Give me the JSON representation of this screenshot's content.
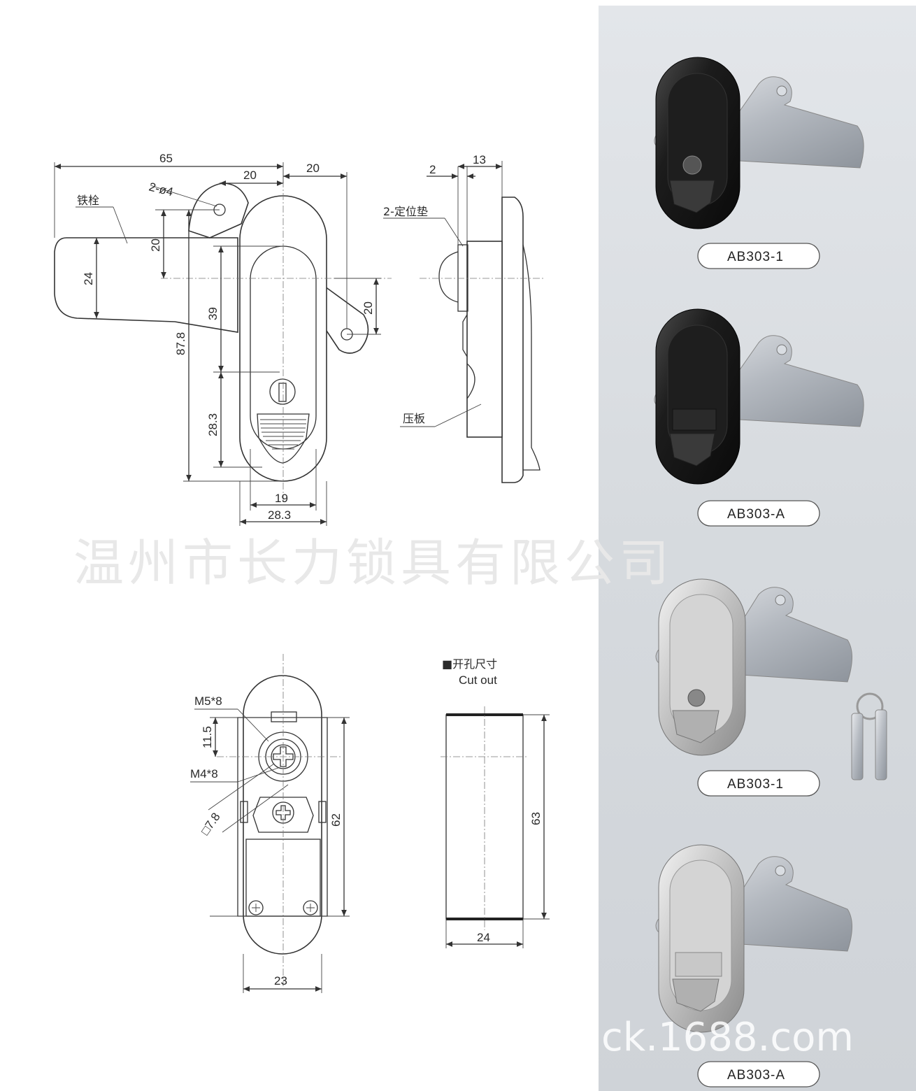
{
  "colors": {
    "panel": "#d9dde2",
    "watermark": "#e8e8e8"
  },
  "front_view": {
    "dims": {
      "width_total": "65",
      "pin_offset": "20",
      "cam_offset": "20",
      "hole_spec": "2-ø4",
      "pin_height": "20",
      "bolt_width": "24",
      "cam_height": "20",
      "handle_h1": "39",
      "overall_h": "87.8",
      "lower_h": "28.3",
      "width_inner": "19",
      "width_outer": "28.3"
    },
    "labels": {
      "bolt": "铁栓"
    }
  },
  "side_view": {
    "dims": {
      "gap": "2",
      "depth": "13"
    },
    "labels": {
      "spacer": "2-定位垫",
      "plate": "压板"
    }
  },
  "rear_view": {
    "dims": {
      "screw1": "M5*8",
      "screw2": "M4*8",
      "offset": "11.5",
      "height": "62",
      "width": "23",
      "square": "□7.8"
    }
  },
  "cutout": {
    "title_cn": "■开孔尺寸",
    "title_en": "Cut out",
    "height": "63",
    "width": "24"
  },
  "watermark": {
    "company": "温州市长力锁具有限公司",
    "site": "ck.1688.com"
  },
  "products": [
    {
      "model": "AB303-1",
      "finish": "black"
    },
    {
      "model": "AB303-A",
      "finish": "black"
    },
    {
      "model": "AB303-1",
      "finish": "silver"
    },
    {
      "model": "AB303-A",
      "finish": "silver"
    }
  ]
}
